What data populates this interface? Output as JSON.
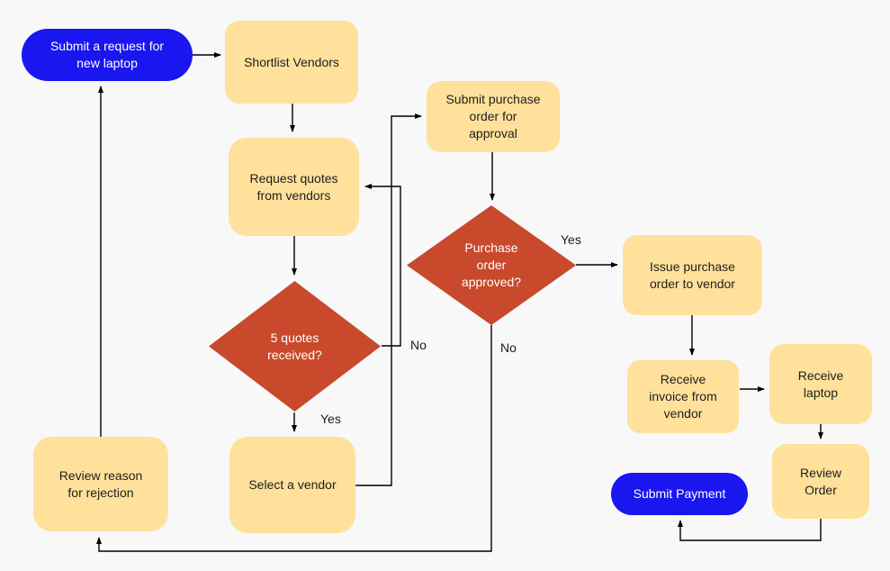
{
  "diagram": {
    "type": "flowchart",
    "subject": "Laptop purchase request and approval process"
  },
  "colors": {
    "background": "#f8f8f9",
    "process_fill": "#ffe19c",
    "decision_fill": "#c8492b",
    "terminal_fill": "#1a16f0",
    "process_text": "#1e1e1e",
    "terminal_text": "#ffffff",
    "decision_text": "#ffffff",
    "connector": "#000000"
  },
  "nodes": {
    "start": {
      "type": "terminator",
      "label": "Submit a request for\nnew laptop"
    },
    "shortlist_vendors": {
      "type": "process",
      "label": "Shortlist Vendors"
    },
    "request_quotes": {
      "type": "process",
      "label": "Request quotes\nfrom vendors"
    },
    "quotes_received": {
      "type": "decision",
      "label": "5 quotes\nreceived?"
    },
    "select_vendor": {
      "type": "process",
      "label": "Select a vendor"
    },
    "submit_po": {
      "type": "process",
      "label": "Submit purchase\norder for\napproval"
    },
    "po_approved": {
      "type": "decision",
      "label": "Purchase\norder\napproved?"
    },
    "issue_po": {
      "type": "process",
      "label": "Issue purchase\norder to vendor"
    },
    "receive_invoice": {
      "type": "process",
      "label": "Receive\ninvoice from\nvendor"
    },
    "receive_laptop": {
      "type": "process",
      "label": "Receive\nlaptop"
    },
    "review_order": {
      "type": "process",
      "label": "Review\nOrder"
    },
    "submit_payment": {
      "type": "terminator",
      "label": "Submit Payment"
    },
    "review_rejection": {
      "type": "process",
      "label": "Review reason\nfor rejection"
    }
  },
  "edge_labels": {
    "quotes_yes": "Yes",
    "quotes_no": "No",
    "po_yes": "Yes",
    "po_no": "No"
  },
  "edges": [
    {
      "from": "start",
      "to": "shortlist_vendors",
      "label": ""
    },
    {
      "from": "shortlist_vendors",
      "to": "request_quotes",
      "label": ""
    },
    {
      "from": "request_quotes",
      "to": "quotes_received",
      "label": ""
    },
    {
      "from": "quotes_received",
      "to": "select_vendor",
      "label": "Yes"
    },
    {
      "from": "quotes_received",
      "to": "request_quotes",
      "label": "No"
    },
    {
      "from": "select_vendor",
      "to": "submit_po",
      "label": ""
    },
    {
      "from": "submit_po",
      "to": "po_approved",
      "label": ""
    },
    {
      "from": "po_approved",
      "to": "issue_po",
      "label": "Yes"
    },
    {
      "from": "po_approved",
      "to": "review_rejection",
      "label": "No"
    },
    {
      "from": "review_rejection",
      "to": "start",
      "label": ""
    },
    {
      "from": "issue_po",
      "to": "receive_invoice",
      "label": ""
    },
    {
      "from": "receive_invoice",
      "to": "receive_laptop",
      "label": ""
    },
    {
      "from": "receive_laptop",
      "to": "review_order",
      "label": ""
    },
    {
      "from": "review_order",
      "to": "submit_payment",
      "label": ""
    }
  ]
}
